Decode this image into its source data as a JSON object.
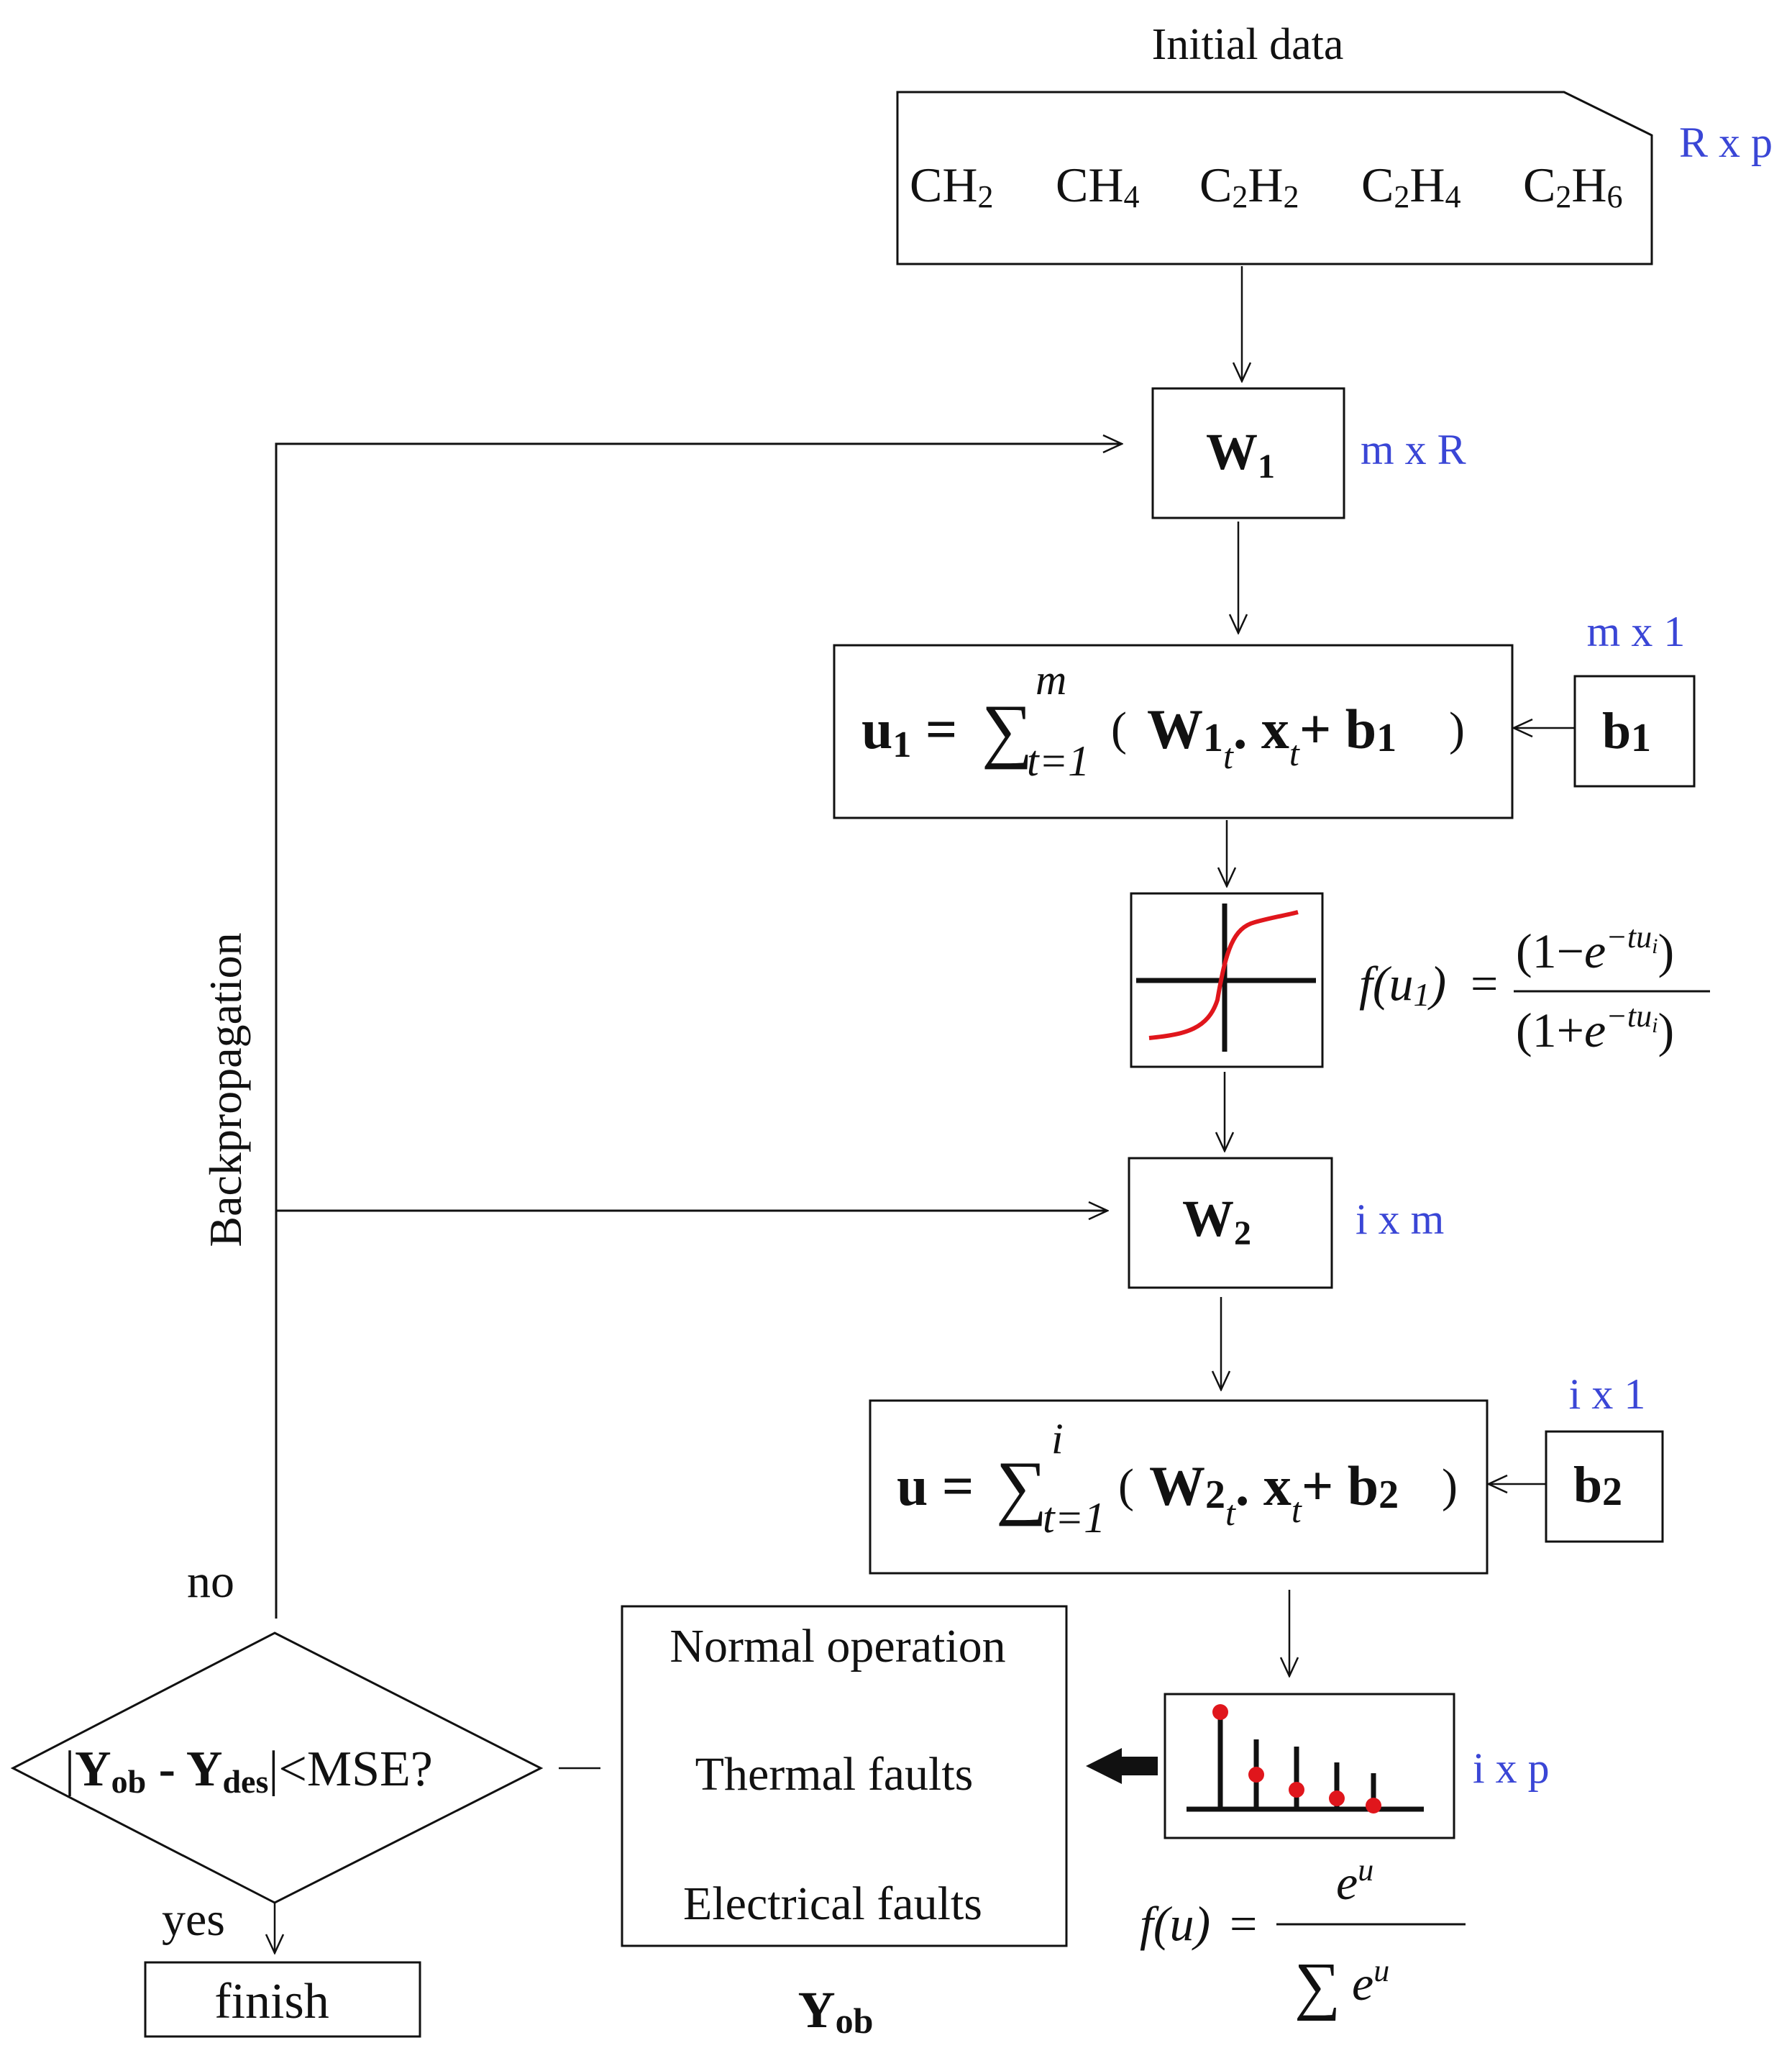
{
  "initial_data": {
    "title": "Initial data",
    "gases": [
      {
        "base": "CH",
        "sub": "2"
      },
      {
        "base": "CH",
        "sub": "4"
      },
      {
        "base": "C",
        "sub": "2",
        "base2": "H",
        "sub2": "2"
      },
      {
        "base": "C",
        "sub": "2",
        "base2": "H",
        "sub2": "4"
      },
      {
        "base": "C",
        "sub": "2",
        "base2": "H",
        "sub2": "6"
      }
    ],
    "dim": "R x p"
  },
  "w1": {
    "label": "W",
    "sub": "1",
    "dim": "m x R"
  },
  "u1": {
    "lhs": "u",
    "lhs_sub": "1",
    "eq": " = ",
    "sigma": "∑",
    "upper": "m",
    "lower": "t=1",
    "body_open": "(",
    "w": "W",
    "w_sub": "1",
    "w_idx": "t",
    "dot": ". ",
    "x": "x",
    "x_idx": "t",
    "plus_b": "+ b",
    "b_sub": "1",
    "body_close": ")"
  },
  "b1": {
    "label": "b",
    "sub": "1",
    "dim": "m x 1"
  },
  "activation": {
    "lhs": "f(u",
    "lhs_sub": "1",
    "lhs_close": ")",
    "eq": "=",
    "num_open": "(1−",
    "den_open": "(1+",
    "e": "e",
    "exp": "−tu",
    "exp_sub": "i",
    "close": ")"
  },
  "w2": {
    "label": "W",
    "sub": "2",
    "dim": "i x m"
  },
  "u2": {
    "lhs": "u",
    "eq": " = ",
    "sigma": "∑",
    "upper": "i",
    "lower": "t=1",
    "body_open": "(",
    "w": "W",
    "w_sub": "2",
    "w_idx": "t",
    "dot": ". ",
    "x": "x",
    "x_idx": "t",
    "plus_b": "+ b",
    "b_sub": "2",
    "body_close": ")"
  },
  "b2": {
    "label": "b",
    "sub": "2",
    "dim": "i x 1"
  },
  "softmax": {
    "dim": "i  x  p",
    "lhs": "f(u)",
    "eq": "=",
    "num": "e",
    "num_exp": "u",
    "den_sigma": "∑",
    "den": "e",
    "den_exp": "u"
  },
  "outputs": {
    "items": [
      "Normal operation",
      "Thermal faults",
      "Electrical faults"
    ],
    "label": "Y",
    "label_sub": "ob"
  },
  "decision": {
    "bar": "|",
    "y1": "Y",
    "y1_sub": "ob",
    "minus": " - ",
    "y2": "Y",
    "y2_sub": "des",
    "rest": "|<MSE?"
  },
  "loop": {
    "label": "Backpropagation",
    "no": "no",
    "yes": "yes"
  },
  "finish": "finish",
  "colors": {
    "dims": "#3a46d6",
    "red": "#e0161c",
    "line": "#111111"
  }
}
